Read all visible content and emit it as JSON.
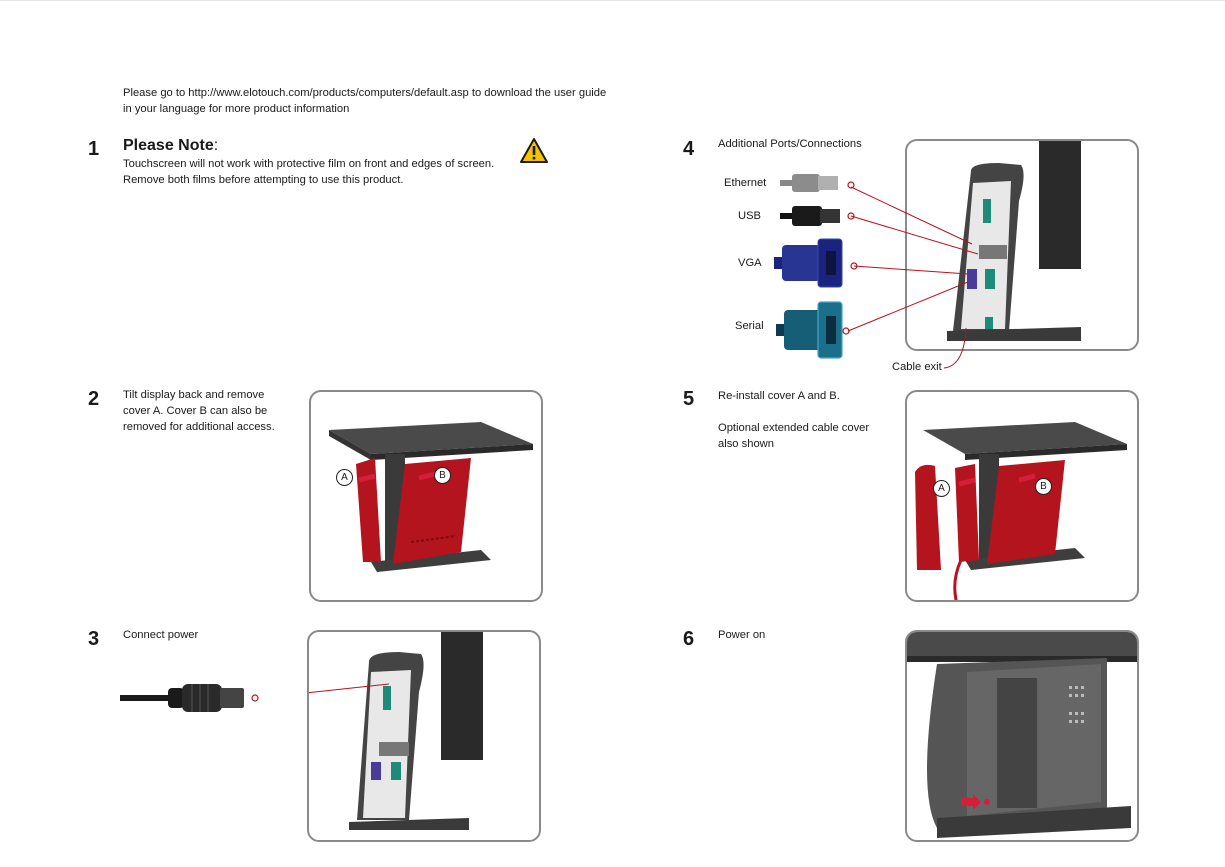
{
  "intro": "Please go to http://www.elotouch.com/products/computers/default.asp to download the user guide in your language for more product information",
  "steps": [
    {
      "number": "1",
      "title": "Please Note",
      "title_suffix": ":",
      "text": "Touchscreen will not work with protective film on front and edges of screen. Remove both films before attempting to use this product.",
      "icon": "warning-triangle-icon"
    },
    {
      "number": "2",
      "text": "Tilt display back and remove cover A. Cover B can also be removed for additional access.",
      "labels": [
        "A",
        "B"
      ]
    },
    {
      "number": "3",
      "text": "Connect power"
    },
    {
      "number": "4",
      "text": "Additional Ports/Connections",
      "ports": [
        "Ethernet",
        "USB",
        "VGA",
        "Serial"
      ],
      "callout": "Cable exit"
    },
    {
      "number": "5",
      "text": "Re-install cover A and B.",
      "text2": "Optional extended cable cover also shown",
      "labels": [
        "A",
        "B"
      ]
    },
    {
      "number": "6",
      "text": "Power on"
    }
  ],
  "colors": {
    "accent_red": "#b4141e",
    "frame_gray": "#8a8a8a",
    "warning_yellow": "#f4c400"
  }
}
